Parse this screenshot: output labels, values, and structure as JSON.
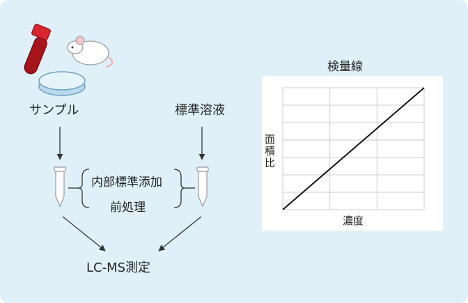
{
  "labels": {
    "sample": "サンプル",
    "standard": "標準溶液",
    "process_line1": "内部標準添加",
    "process_line2": "前処理",
    "measurement": "LC-MS測定"
  },
  "chart_data": {
    "type": "line",
    "title": "検量線",
    "xlabel": "濃度",
    "ylabel": "面積比",
    "grid": true,
    "series": [
      {
        "x": [
          0,
          1
        ],
        "y": [
          0,
          1
        ]
      }
    ],
    "xlim": [
      0,
      1
    ],
    "ylim": [
      0,
      1
    ]
  },
  "colors": {
    "background": "#dff0f8",
    "blood": "#a8141c",
    "cap": "#d8262e",
    "dish": "#cfe7f4",
    "line": "#111111",
    "grid": "#cccccc"
  }
}
